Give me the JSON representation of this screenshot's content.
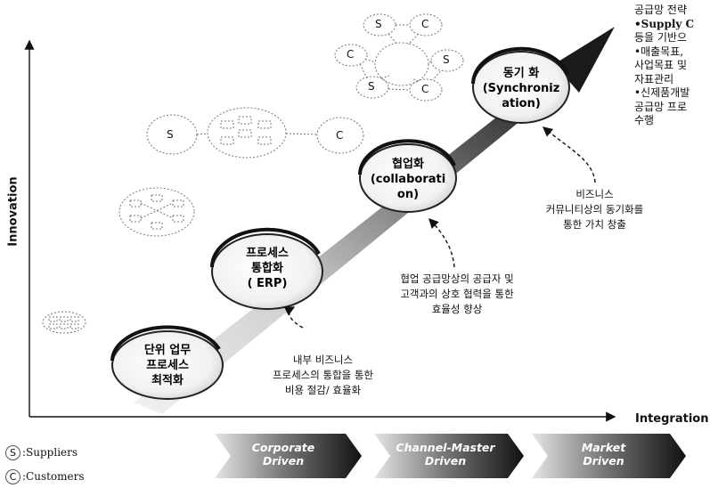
{
  "axes": {
    "y_label": "Innovation",
    "x_label": "Integration"
  },
  "stages": [
    {
      "name": "unit",
      "label": [
        "단위 업무",
        "프로세스",
        "최적화"
      ]
    },
    {
      "name": "erp",
      "label": [
        "프로세스",
        "통합화",
        "( ERP)"
      ]
    },
    {
      "name": "collaboration",
      "label": [
        "협업화",
        "(collaborati",
        "on)"
      ]
    },
    {
      "name": "sync",
      "label": [
        "동기 화",
        "(Synchroniz",
        "ation)"
      ]
    }
  ],
  "descriptions": [
    [
      "내부 비즈니스",
      "프로세스의 통합을 통한",
      "비용 절감/ 효율화"
    ],
    [
      "협업 공급망상의 공급자 및",
      "고객과의 상호 협력을 통한",
      "효율성 향상"
    ],
    [
      "비즈니스",
      "커뮤니티상의 동기화를",
      "통한 가치 창출"
    ]
  ],
  "side_note": [
    "공급망 전략",
    "•Supply C",
    "등을 기반으",
    "•매출목표,",
    "사업목표 및",
    "자표관리",
    "•신제품개발",
    "공급망 프로",
    "수행"
  ],
  "legend": {
    "suppliers": {
      "symbol": "S",
      "label": ":Suppliers"
    },
    "customers": {
      "symbol": "C",
      "label": ":Customers"
    }
  },
  "chevrons": [
    [
      "Corporate",
      "Driven"
    ],
    [
      "Channel-Master",
      "Driven"
    ],
    [
      "Market",
      "Driven"
    ]
  ],
  "network_nodes": {
    "small": {
      "s": "S",
      "c": "C"
    },
    "large": [
      "S",
      "C",
      "C",
      "S",
      "S",
      "C"
    ]
  },
  "colors": {
    "arrow_dark": "#1e1e1e",
    "arrow_light": "#d8d8d8",
    "ellipse_fill": "#e9e9e9"
  }
}
